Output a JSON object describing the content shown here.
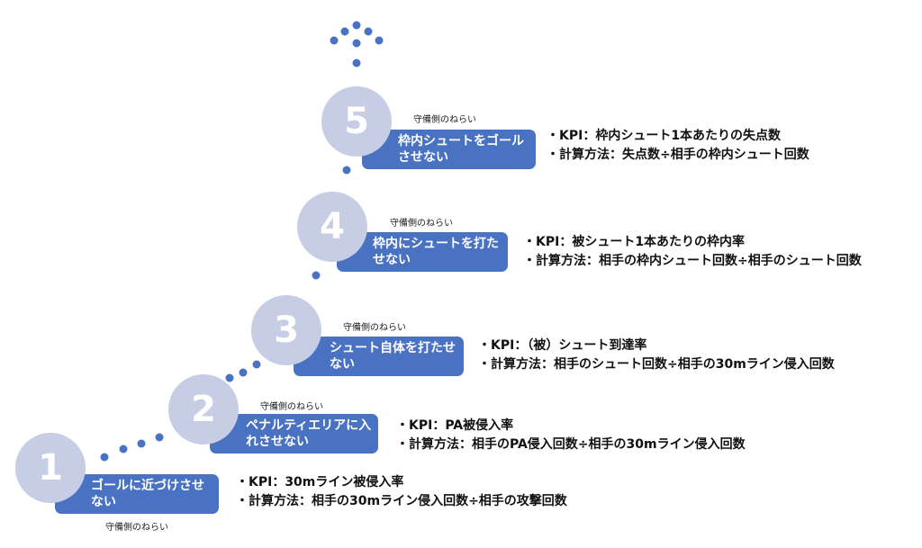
{
  "diagram": {
    "accent_color": "#4a72c2",
    "circle_color": "#c7cde4",
    "steps": [
      {
        "number": "1",
        "label": "ゴールに近づけさせない",
        "aim": "守備側のねらい",
        "kpi": "・KPI：30mライン被侵入率",
        "method": "・計算方法：相手の30mライン侵入回数÷相手の攻撃回数"
      },
      {
        "number": "2",
        "label": "ペナルティエリアに入れさせない",
        "aim": "守備側のねらい",
        "kpi": "・KPI：PA被侵入率",
        "method": "・計算方法：相手のPA侵入回数÷相手の30mライン侵入回数"
      },
      {
        "number": "3",
        "label": "シュート自体を打たせない",
        "aim": "守備側のねらい",
        "kpi": "・KPI：（被）シュート到達率",
        "method": "・計算方法：相手のシュート回数÷相手の30mライン侵入回数"
      },
      {
        "number": "4",
        "label": "枠内にシュートを打たせない",
        "aim": "守備側のねらい",
        "kpi": "・KPI：被シュート1本あたりの枠内率",
        "method": "・計算方法：相手の枠内シュート回数÷相手のシュート回数"
      },
      {
        "number": "5",
        "label": "枠内シュートをゴールさせない",
        "aim": "守備側のねらい",
        "kpi": "・KPI：枠内シュート1本あたりの失点数",
        "method": "・計算方法：失点数÷相手の枠内シュート回数"
      }
    ]
  }
}
